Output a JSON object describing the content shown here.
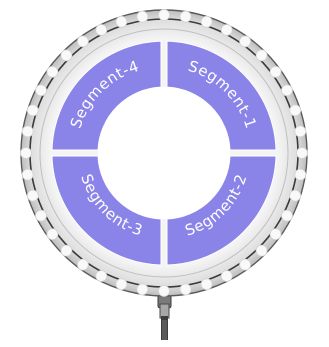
{
  "widget": {
    "segments": [
      {
        "id": "seg1",
        "label": "Segment-1"
      },
      {
        "id": "seg2",
        "label": "Segment-2"
      },
      {
        "id": "seg3",
        "label": "Segment-3"
      },
      {
        "id": "seg4",
        "label": "Segment-4"
      }
    ],
    "colors": {
      "segment_fill": "#8b84e8",
      "segment_text": "#ffffff",
      "ring_outer": "#e4e4e4",
      "ring_stroke": "#3a3a3a",
      "center": "#ffffff",
      "cable": "#555555"
    },
    "icons": {
      "cable": "cable-connector-icon"
    }
  }
}
